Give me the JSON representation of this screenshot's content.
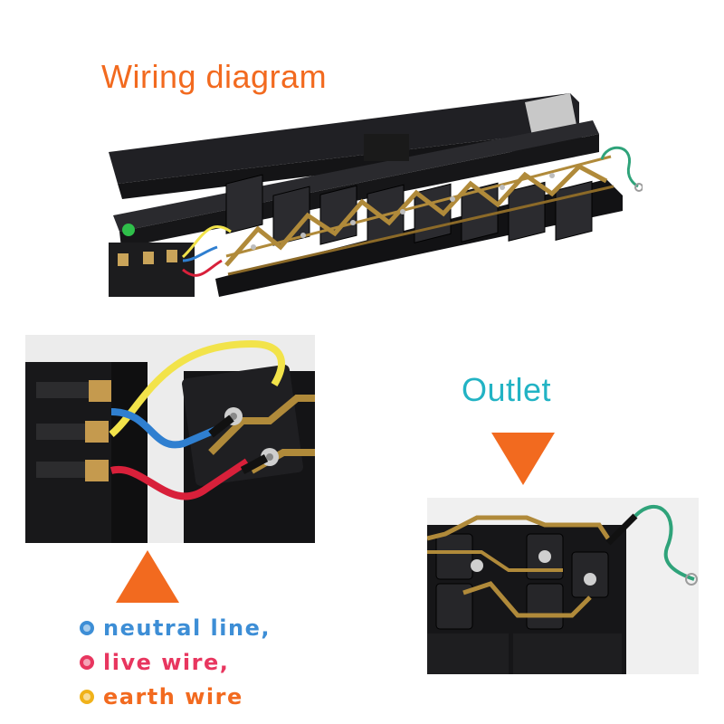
{
  "title": "Wiring diagram",
  "outlet_label": "Outlet",
  "legend": [
    {
      "text": "neutral line,",
      "color": "#3d8ed6"
    },
    {
      "text": "live wire,",
      "color": "#e8365f"
    },
    {
      "text": "earth wire",
      "color": "#f0b21a"
    }
  ],
  "colors": {
    "title": "#f26a1f",
    "outlet_label": "#22b3c4",
    "arrow": "#f26a1f",
    "wire_yellow": "#f2e34a",
    "wire_blue": "#2f7fd0",
    "wire_red": "#d8203a",
    "wire_green": "#2fa37a",
    "copper": "#b08a3a",
    "plastic": "#1b1b1d"
  }
}
